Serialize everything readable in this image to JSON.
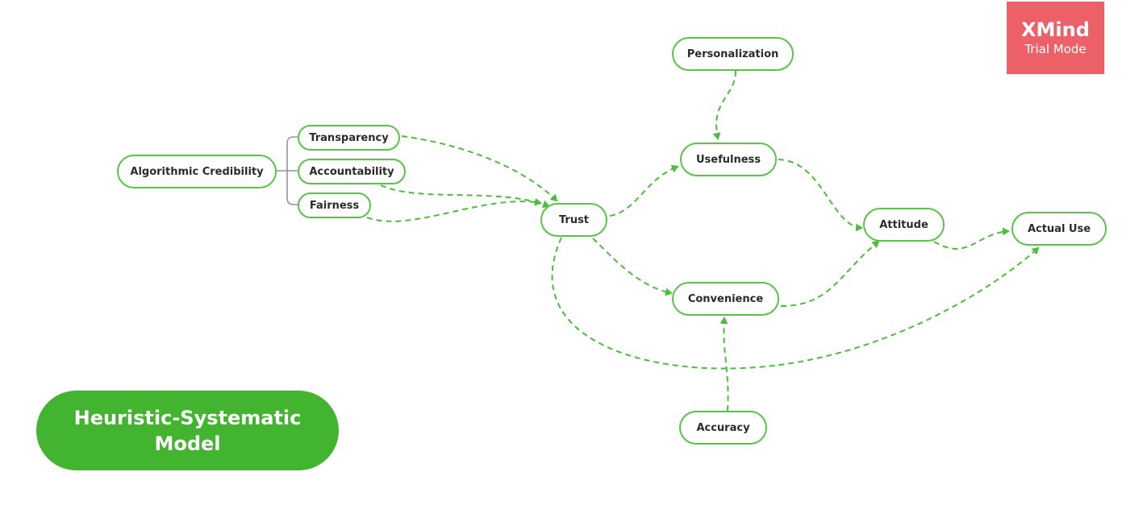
{
  "nodes": {
    "algorithmic_credibility": "Algorithmic Credibility",
    "transparency": "Transparency",
    "accountability": "Accountability",
    "fairness": "Fairness",
    "trust": "Trust",
    "personalization": "Personalization",
    "usefulness": "Usefulness",
    "convenience": "Convenience",
    "attitude": "Attitude",
    "actual_use": "Actual Use",
    "accuracy": "Accuracy"
  },
  "title": {
    "line1": "Heuristic-Systematic",
    "line2": "Model"
  },
  "watermark": {
    "brand": "XMind",
    "mode": "Trial Mode"
  },
  "colors": {
    "node_border": "#58c448",
    "arrow": "#4bbf3b",
    "connector": "#8e96a3",
    "title_fill": "#43b42f",
    "watermark_fill": "#ec6168"
  },
  "edges": [
    {
      "from": "Transparency",
      "to": "Trust"
    },
    {
      "from": "Accountability",
      "to": "Trust"
    },
    {
      "from": "Fairness",
      "to": "Trust"
    },
    {
      "from": "Personalization",
      "to": "Usefulness"
    },
    {
      "from": "Trust",
      "to": "Usefulness"
    },
    {
      "from": "Trust",
      "to": "Convenience"
    },
    {
      "from": "Trust",
      "to": "Actual Use"
    },
    {
      "from": "Usefulness",
      "to": "Attitude"
    },
    {
      "from": "Convenience",
      "to": "Attitude"
    },
    {
      "from": "Accuracy",
      "to": "Convenience"
    },
    {
      "from": "Attitude",
      "to": "Actual Use"
    }
  ]
}
